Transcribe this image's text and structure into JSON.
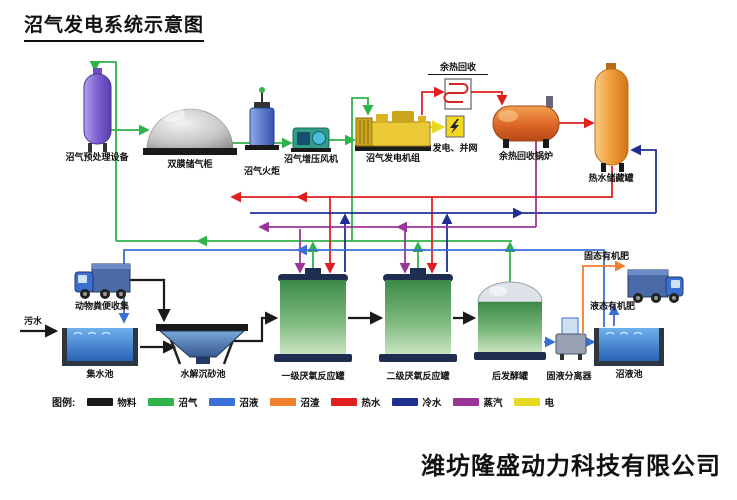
{
  "title": "沼气发电系统示意图",
  "company": "潍坊隆盛动力科技有限公司",
  "legend": {
    "title": "图例:",
    "items": [
      {
        "name": "物料",
        "color": "#1a1a1a"
      },
      {
        "name": "沼气",
        "color": "#2fb34a"
      },
      {
        "name": "沼液",
        "color": "#3a6fd8"
      },
      {
        "name": "沼渣",
        "color": "#f07f2e"
      },
      {
        "name": "热水",
        "color": "#e02020"
      },
      {
        "name": "冷水",
        "color": "#1f3090"
      },
      {
        "name": "蒸汽",
        "color": "#9a3598"
      },
      {
        "name": "电",
        "color": "#e8d820"
      }
    ]
  },
  "components": {
    "pretreatment": {
      "label": "沼气预处理设备"
    },
    "gas_storage": {
      "label": "双膜储气柜"
    },
    "flare": {
      "label": "沼气火炬"
    },
    "booster_fan": {
      "label": "沼气增压风机"
    },
    "generator": {
      "label": "沼气发电机组"
    },
    "grid": {
      "label": "发电、并网"
    },
    "heat_recovery": {
      "label": "余热回收"
    },
    "heat_boiler": {
      "label": "余热回收锅炉"
    },
    "hot_water_tank": {
      "label": "热水储藏罐"
    },
    "manure_collection": {
      "label": "动物粪便收集"
    },
    "sewage": {
      "label": "污水"
    },
    "collection_pool": {
      "label": "集水池"
    },
    "hydrolysis_pool": {
      "label": "水解沉砂池"
    },
    "primary_reactor": {
      "label": "一级厌氧反应罐"
    },
    "secondary_reactor": {
      "label": "二级厌氧反应罐"
    },
    "post_fermenter": {
      "label": "后发酵罐"
    },
    "separator": {
      "label": "固液分离器"
    },
    "slurry_pool": {
      "label": "沼液池"
    },
    "solid_fertilizer": {
      "label": "固态有机肥"
    },
    "liquid_fertilizer": {
      "label": "液态有机肥"
    }
  }
}
